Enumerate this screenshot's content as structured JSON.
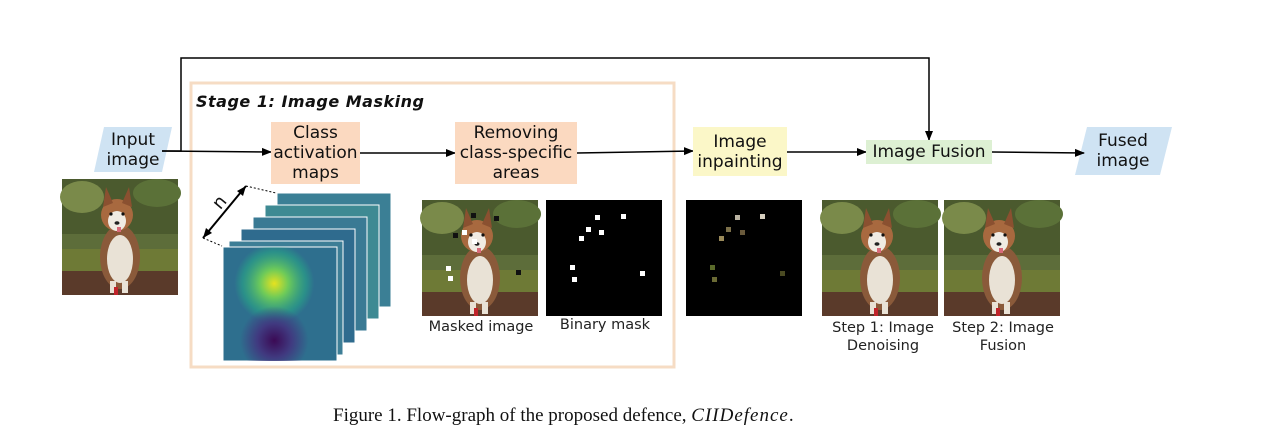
{
  "stage": {
    "title": "Stage 1: Image Masking"
  },
  "nodes": {
    "input": "Input\nimage",
    "cam": "Class\nactivation\nmaps",
    "removing": "Removing\nclass-specific\nareas",
    "inpainting": "Image\ninpainting",
    "fusion": "Image Fusion",
    "fused": "Fused\nimage"
  },
  "stack_label": "n",
  "captions": {
    "masked": "Masked image",
    "binary": "Binary mask",
    "step1": "Step 1: Image\nDenoising",
    "step2": "Step 2: Image\nFusion"
  },
  "figure_caption": {
    "prefix": "Figure 1. Flow-graph of the proposed defence, ",
    "name": "CIIDefence",
    "suffix": "."
  },
  "colors": {
    "input_para": "#cfe3f3",
    "stage_border": "#f6dcc4",
    "cam_box": "#fbd9c0",
    "inpaint_box": "#fbf7c8",
    "fusion_box": "#ddf0d3"
  }
}
